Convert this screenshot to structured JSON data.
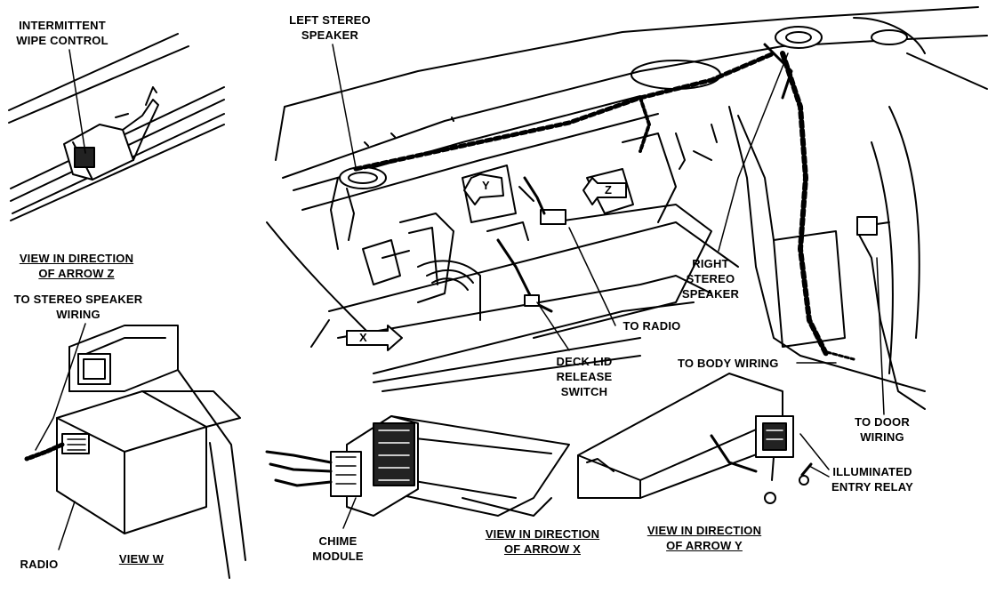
{
  "labels": {
    "intermittent_wipe_control": "INTERMITTENT\nWIPE CONTROL",
    "left_stereo_speaker": "LEFT STEREO\nSPEAKER",
    "view_arrow_z": "VIEW IN DIRECTION\nOF ARROW Z",
    "to_stereo_speaker_wiring": "TO STEREO SPEAKER\nWIRING",
    "right_stereo_speaker": "RIGHT\nSTEREO\nSPEAKER",
    "to_radio": "TO RADIO",
    "deck_lid_release_switch": "DECK LID\nRELEASE\nSWITCH",
    "to_body_wiring": "TO BODY WIRING",
    "to_door_wiring": "TO DOOR\nWIRING",
    "illuminated_entry_relay": "ILLUMINATED\nENTRY RELAY",
    "radio": "RADIO",
    "view_w": "VIEW W",
    "chime_module": "CHIME\nMODULE",
    "view_arrow_x": "VIEW IN DIRECTION\nOF ARROW X",
    "view_arrow_y": "VIEW IN DIRECTION\nOF ARROW Y"
  },
  "arrow_letters": {
    "x": "X",
    "y": "Y",
    "z": "Z"
  },
  "colors": {
    "ink": "#000000",
    "paper": "#ffffff"
  }
}
